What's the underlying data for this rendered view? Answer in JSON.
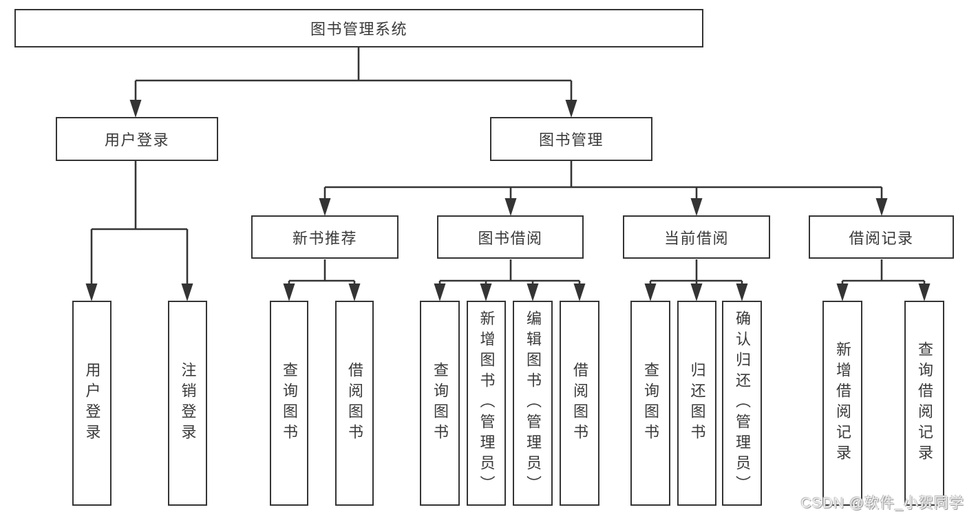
{
  "diagram": {
    "title": "图书管理系统",
    "branches": [
      {
        "label": "用户登录",
        "children": [
          "用户登录",
          "注销登录"
        ]
      },
      {
        "label": "图书管理",
        "children": [
          {
            "label": "新书推荐",
            "children": [
              "查询图书",
              "借阅图书"
            ]
          },
          {
            "label": "图书借阅",
            "children": [
              "查询图书",
              "新增图书（管理员）",
              "编辑图书（管理员）",
              "借阅图书"
            ]
          },
          {
            "label": "当前借阅",
            "children": [
              "查询图书",
              "归还图书",
              "确认归还（管理员）"
            ]
          },
          {
            "label": "借阅记录",
            "children": [
              "新增借阅记录",
              "查询借阅记录"
            ]
          }
        ]
      }
    ]
  },
  "watermark": {
    "text": "CSDN @软件_小贺同学"
  },
  "colors": {
    "line": "#343434",
    "text": "#3a3a3a",
    "box_background": "#ffffff",
    "page_background": "#ffffff",
    "watermark_text": "#f0f0f0"
  }
}
